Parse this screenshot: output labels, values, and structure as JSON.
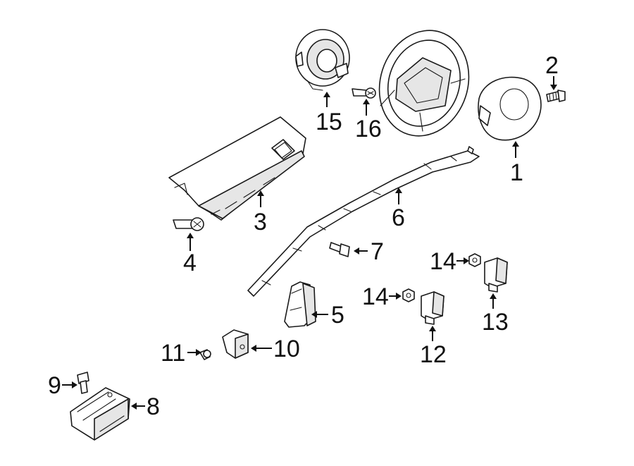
{
  "callouts": {
    "c1": "1",
    "c2": "2",
    "c3": "3",
    "c4": "4",
    "c5": "5",
    "c6": "6",
    "c7": "7",
    "c8": "8",
    "c9": "9",
    "c10": "10",
    "c11": "11",
    "c12": "12",
    "c13": "13",
    "c14a": "14",
    "c14b": "14",
    "c15": "15",
    "c16": "16"
  }
}
